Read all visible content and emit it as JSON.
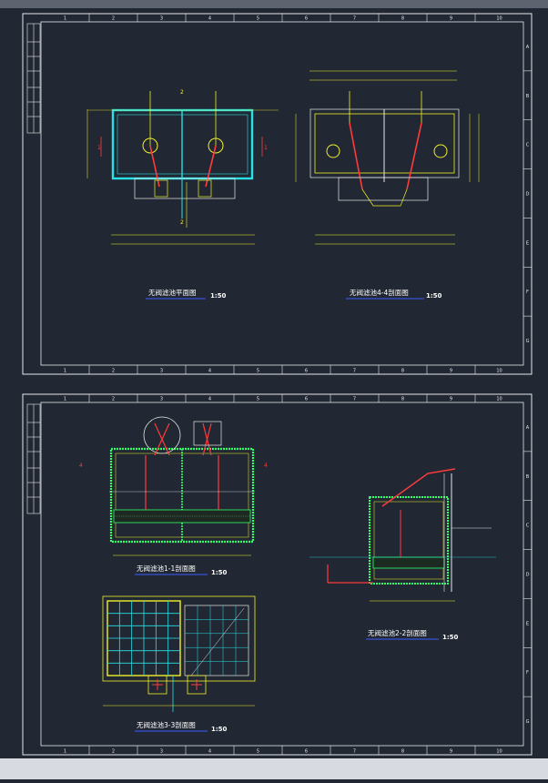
{
  "colors": {
    "background": "#212833",
    "frame": "#e8e8e8",
    "cyan": "#29e0e6",
    "yellow": "#f2ef2a",
    "red": "#ff3b3b",
    "magenta": "#ff4fd8",
    "green": "#33ff66",
    "white": "#ffffff",
    "blue_underline": "#3c5cff"
  },
  "grid": {
    "columns": [
      "1",
      "2",
      "3",
      "4",
      "5",
      "6",
      "7",
      "8",
      "9",
      "10"
    ],
    "rows": [
      "A",
      "B",
      "C",
      "D",
      "E",
      "F",
      "G"
    ]
  },
  "sheet1": {
    "plan_title": "无阀滤池平面图",
    "plan_scale": "1:50",
    "section44_title": "无阀滤池4-4剖面图",
    "section44_scale": "1:50",
    "marker_1": "1",
    "marker_2": "2"
  },
  "sheet2": {
    "section11_title": "无阀滤池1-1剖面图",
    "section11_scale": "1:50",
    "section33_title": "无阀滤池3-3剖面图",
    "section33_scale": "1:50",
    "section22_title": "无阀滤池2-2剖面图",
    "section22_scale": "1:50",
    "marker_4": "4"
  }
}
